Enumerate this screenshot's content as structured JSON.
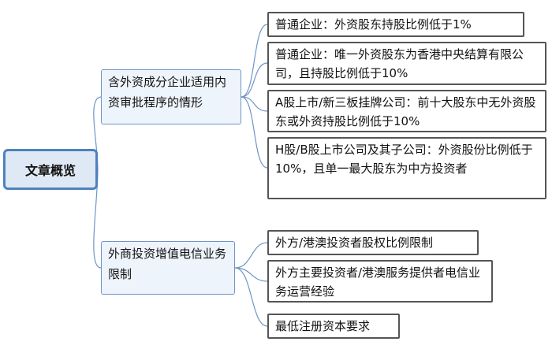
{
  "root": {
    "label": "文章概览"
  },
  "branches": [
    {
      "label": "含外资成分企业适用内资审批程序的情形",
      "children": [
        "普通企业：外资股东持股比例低于1%",
        "普通企业：唯一外资股东为香港中央结算有限公司，且持股比例低于10%",
        "A股上市/新三板挂牌公司：前十大股东中无外资股东或外资持股比例低于10%",
        "H股/B股上市公司及其子公司：外资股份比例低于10%，且单一最大股东为中方投资者"
      ]
    },
    {
      "label": "外商投资增值电信业务限制",
      "children": [
        "外方/港澳投资者股权比例限制",
        "外方主要投资者/港澳服务提供者电信业务运营经验",
        "最低注册资本要求"
      ]
    }
  ],
  "colors": {
    "connector": "#6f95c6",
    "root_border": "#4f81bd",
    "leaf_border": "#555555"
  }
}
